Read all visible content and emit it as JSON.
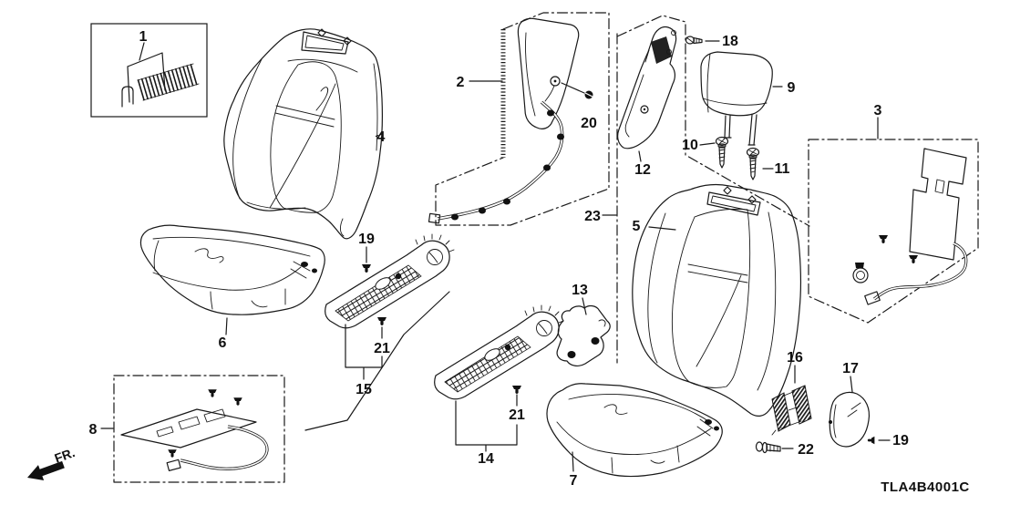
{
  "diagram": {
    "part_code": "TLA4B4001C",
    "direction_label": "FR.",
    "colors": {
      "line": "#191919",
      "background": "#ffffff"
    },
    "callouts": {
      "c1": "1",
      "c2": "2",
      "c3": "3",
      "c4": "4",
      "c5": "5",
      "c6": "6",
      "c7": "7",
      "c8": "8",
      "c9": "9",
      "c10": "10",
      "c11": "11",
      "c12": "12",
      "c13": "13",
      "c14": "14",
      "c15": "15",
      "c16": "16",
      "c17": "17",
      "c18": "18",
      "c19": "19",
      "c20": "20",
      "c21": "21",
      "c22": "22",
      "c23": "23"
    }
  }
}
